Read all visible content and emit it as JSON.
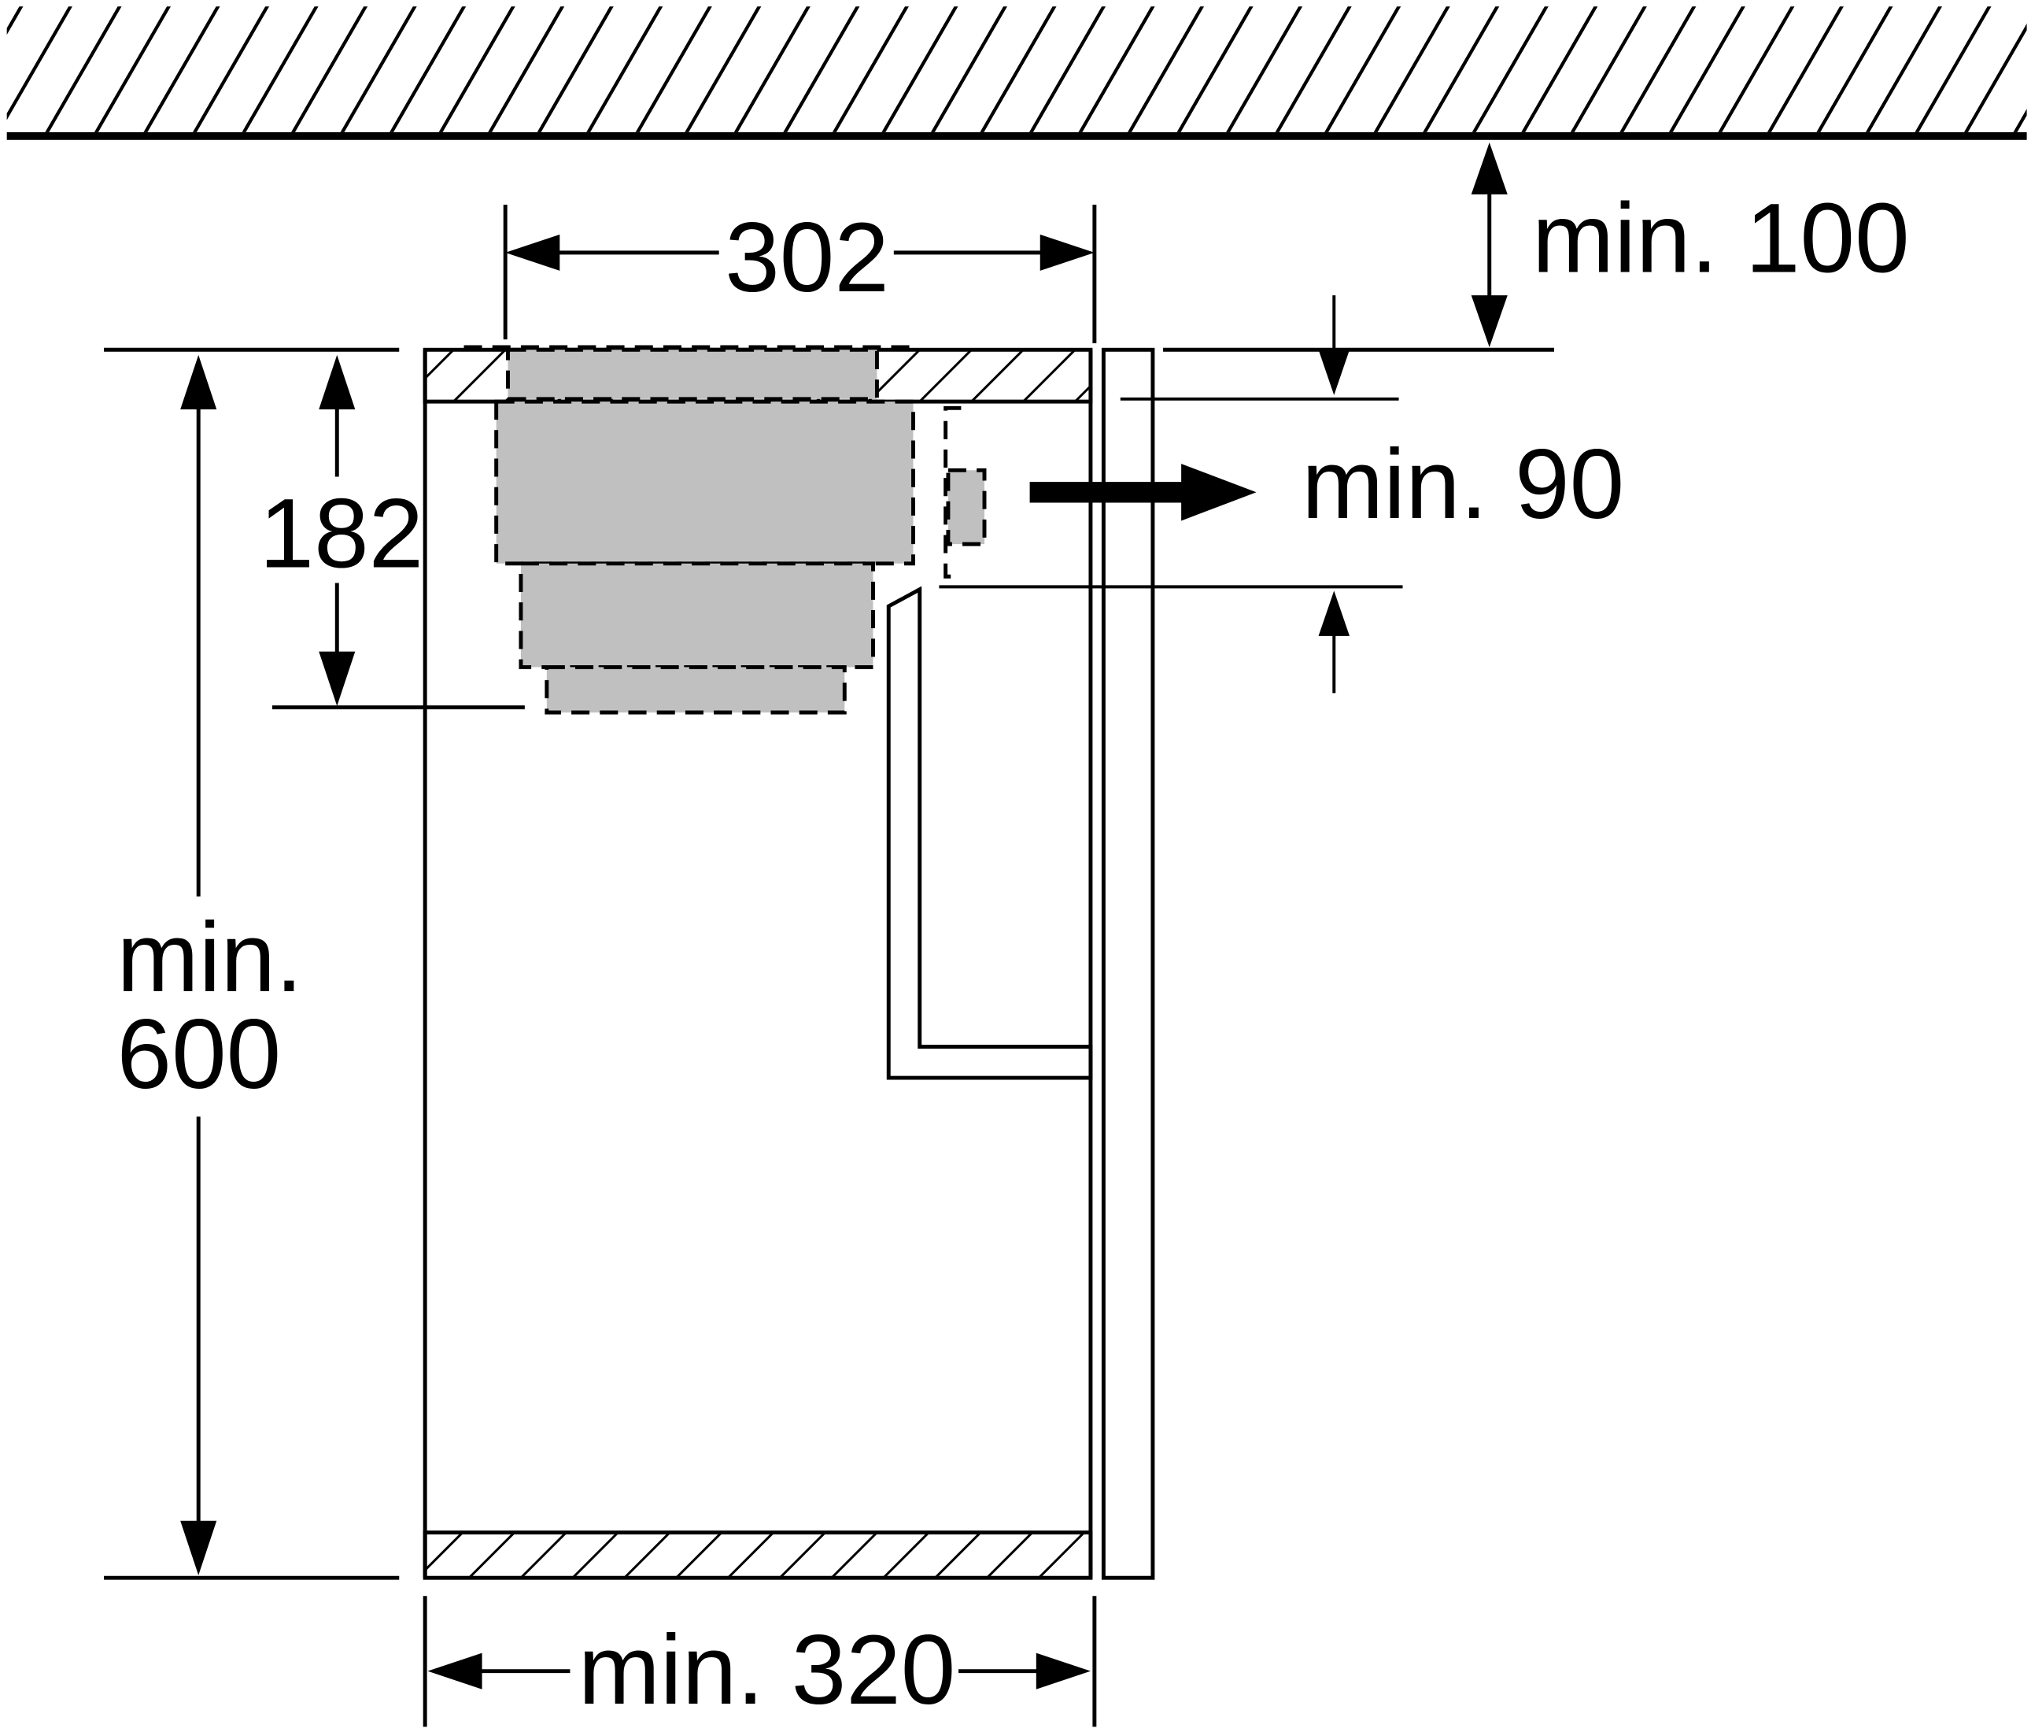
{
  "labels": {
    "height_above": "min. 100",
    "hood_width": "302",
    "side_clearance": "min. 90",
    "hood_height": "182",
    "cabinet_height": {
      "line1": "min.",
      "line2": "600"
    },
    "cabinet_width": "min. 320"
  },
  "colors": {
    "line": "#000000",
    "hood_fill": "#c0c0c0",
    "background": "#ffffff"
  }
}
